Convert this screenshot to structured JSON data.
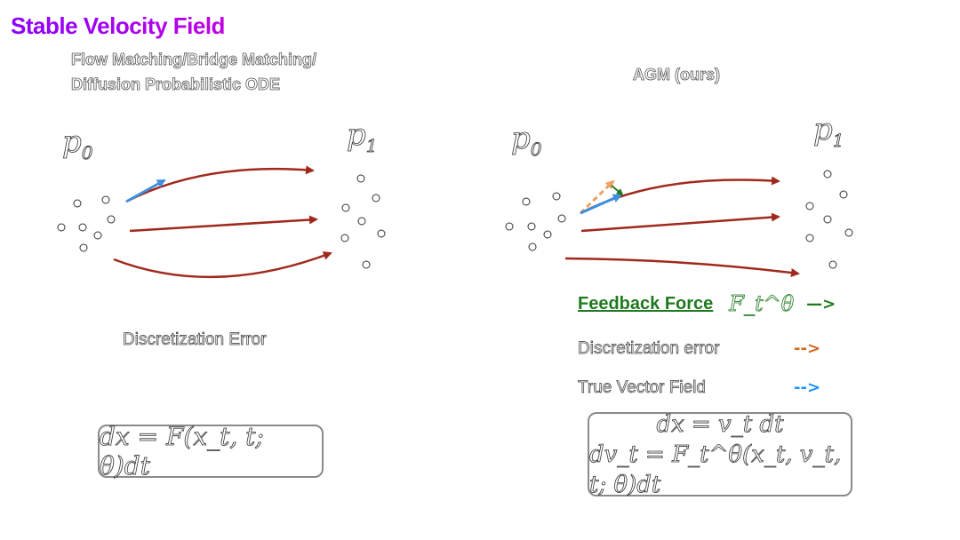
{
  "title": "Stable Velocity Field",
  "left_panel": {
    "heading_line1": "Flow Matching/Bridge Matching/",
    "heading_line2": "Diffusion Probabilistic ODE",
    "p0_label": "p",
    "p0_sub": "0",
    "p1_label": "p",
    "p1_sub": "1",
    "caption": "Discretization Error",
    "formula": "dx = F(x_t, t; θ)dt"
  },
  "right_panel": {
    "heading": "AGM (ours)",
    "p0_label": "p",
    "p0_sub": "0",
    "p1_label": "p",
    "p1_sub": "1",
    "formula_line1": "dx = v_t dt",
    "formula_line2": "dv_t = F_t^θ(x_t, v_t, t; θ)dt"
  },
  "legend": {
    "feedback_label": "Feedback Force",
    "feedback_symbol": "F_t^θ",
    "feedback_arrow": "—>",
    "discretization_label": "Discretization error",
    "discretization_arrow": "-->",
    "true_field_label": "True Vector Field",
    "true_field_arrow": "-->"
  },
  "colors": {
    "trajectory": "#a0291c",
    "true_field": "#3f8fe0",
    "discretization": "#f0a060",
    "feedback": "#1f7a1f",
    "discretization_legend": "#d2691e",
    "true_field_legend": "#1e90ff"
  }
}
